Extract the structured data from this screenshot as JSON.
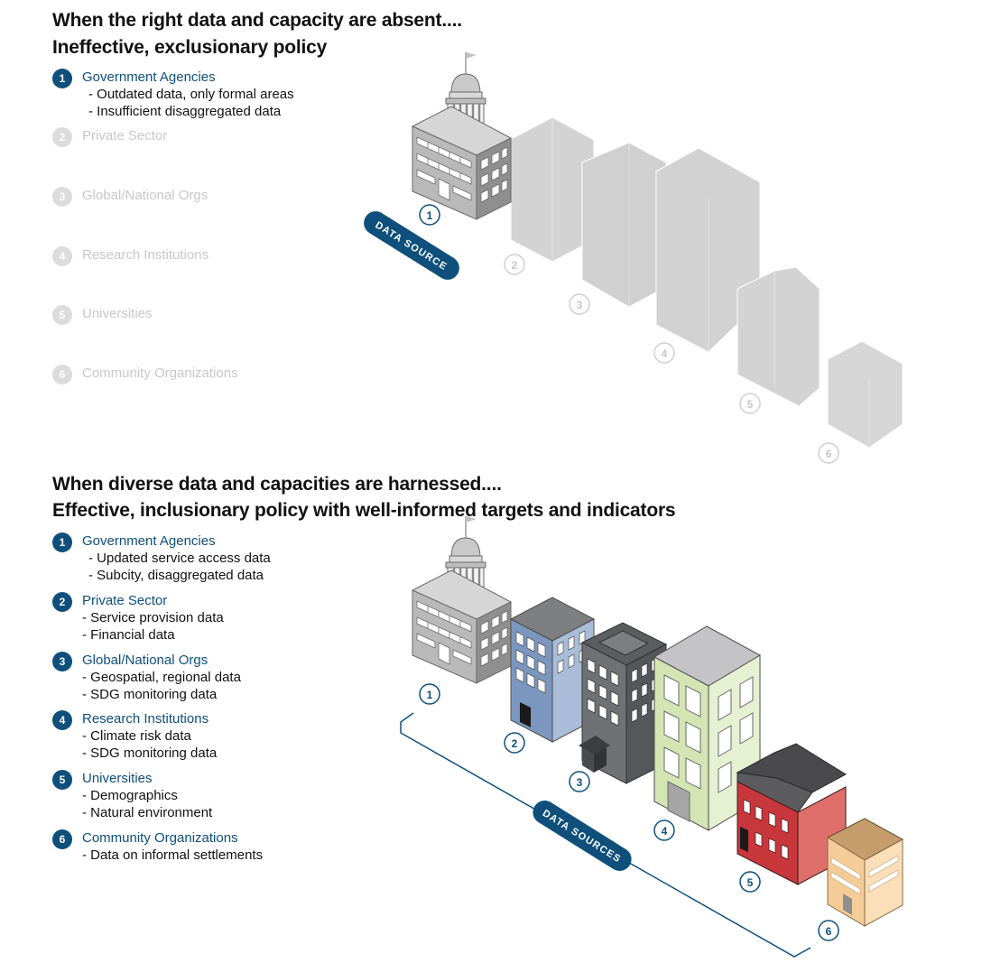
{
  "top": {
    "heading_1": "When the right data and capacity are absent....",
    "heading_2": "Ineffective, exclusionary policy",
    "items": [
      {
        "num": "1",
        "label": "Government Agencies",
        "details": [
          "- Outdated data, only formal areas",
          "- Insufficient disaggregated data"
        ]
      },
      {
        "num": "2",
        "label": "Private Sector"
      },
      {
        "num": "3",
        "label": "Global/National Orgs"
      },
      {
        "num": "4",
        "label": "Research Institutions"
      },
      {
        "num": "5",
        "label": "Universities"
      },
      {
        "num": "6",
        "label": "Community Organizations"
      }
    ],
    "source_label": "DATA SOURCE",
    "markers": [
      "1",
      "2",
      "3",
      "4",
      "5",
      "6"
    ]
  },
  "bottom": {
    "heading_1": "When diverse data and capacities are harnessed....",
    "heading_2": "Effective, inclusionary policy with well-informed targets and indicators",
    "items": [
      {
        "num": "1",
        "label": "Government Agencies",
        "details": [
          "- Updated service access data",
          "- Subcity, disaggregated data"
        ]
      },
      {
        "num": "2",
        "label": "Private Sector",
        "details": [
          "- Service provision data",
          "- Financial data"
        ]
      },
      {
        "num": "3",
        "label": "Global/National Orgs",
        "details": [
          "- Geospatial, regional data",
          "- SDG monitoring data"
        ]
      },
      {
        "num": "4",
        "label": "Research Institutions",
        "details": [
          "- Climate risk data",
          "- SDG monitoring data"
        ]
      },
      {
        "num": "5",
        "label": "Universities",
        "details": [
          "- Demographics",
          "- Natural environment"
        ]
      },
      {
        "num": "6",
        "label": "Community Organizations",
        "details": [
          "- Data on informal settlements"
        ]
      }
    ],
    "source_label": "DATA SOURCES",
    "markers": [
      "1",
      "2",
      "3",
      "4",
      "5",
      "6"
    ]
  },
  "colors": {
    "accent": "#0e4f7c",
    "muted": "#d0d0d0",
    "building_private_sector": "#7b97bf",
    "building_global_orgs": "#5f6165",
    "building_research": "#d4e5b4",
    "building_university": "#c8373b",
    "building_community": "#f4cc98"
  }
}
